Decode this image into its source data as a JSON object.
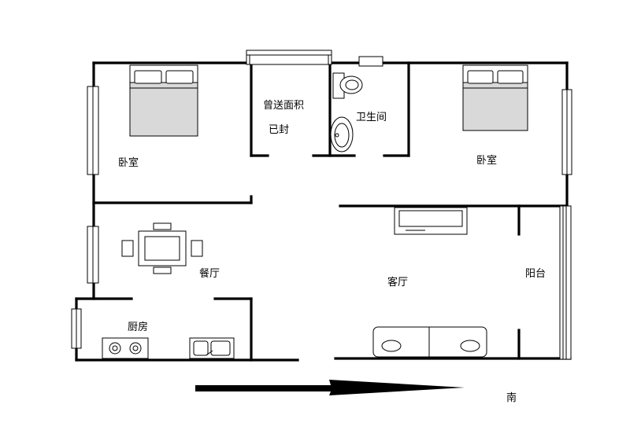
{
  "rooms": {
    "bedroom_left": "卧室",
    "bedroom_right": "卧室",
    "gift_area": "曾送面积",
    "gift_area_note": "已封",
    "bathroom": "卫生间",
    "dining": "餐厅",
    "living": "客厅",
    "balcony": "阳台",
    "kitchen": "厨房"
  },
  "compass": {
    "direction_label": "南"
  },
  "icons": {
    "bed": "bed-icon",
    "toilet": "toilet-icon",
    "sink": "washbasin-icon",
    "dining_table": "dining-table-icon",
    "tv_cabinet": "tv-cabinet-icon",
    "sofa": "sofa-icon",
    "stove": "gas-stove-icon",
    "kitchen_sink": "kitchen-sink-icon",
    "arrow": "direction-arrow-icon"
  }
}
